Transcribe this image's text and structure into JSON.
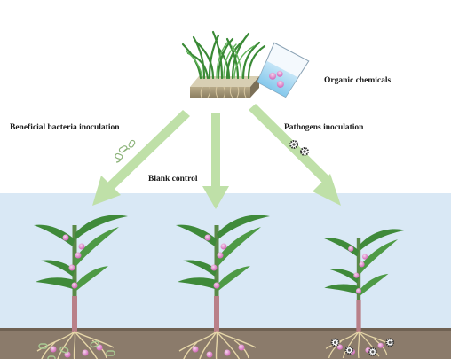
{
  "labels": {
    "organic_chemicals": "Organic chemicals",
    "beneficial": "Beneficial bacteria  inoculation",
    "blank": "Blank control",
    "pathogens": "Pathogens inoculation"
  },
  "colors": {
    "sky": "#d9e8f5",
    "soil": "#8a7a6a",
    "arrow": "#bfe0a8",
    "leaf": "#3e8a3e",
    "stem": "#b07c84",
    "chemical": "#e7a1d6",
    "root": "#e8d8b0"
  },
  "icons": {
    "seedling_tray": "seedling-tray-icon",
    "beaker": "beaker-icon",
    "bacteria": "beneficial-bacteria-icon",
    "pathogen": "pathogen-icon"
  }
}
